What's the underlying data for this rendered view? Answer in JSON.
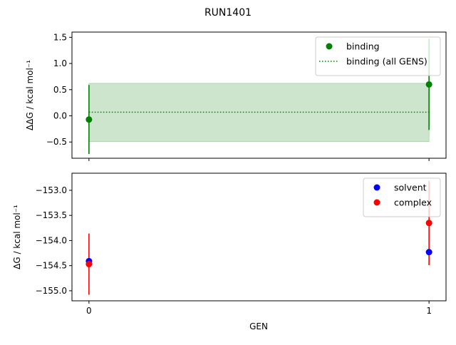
{
  "chart_data": {
    "title": "RUN1401",
    "xlabel": "GEN",
    "x_ticks": [
      0,
      1
    ],
    "panels": [
      {
        "type": "scatter",
        "ylabel": "ΔΔG / kcal mol⁻¹",
        "ylim": [
          -0.81,
          1.6
        ],
        "xlim": [
          -0.05,
          1.05
        ],
        "y_ticks": [
          -0.5,
          0.0,
          0.5,
          1.0,
          1.5
        ],
        "y_tick_labels": [
          "−0.5",
          "0.0",
          "0.5",
          "1.0",
          "1.5"
        ],
        "legend_position": "top-right",
        "series": [
          {
            "name": "binding",
            "kind": "errorbar",
            "color": "#008000",
            "x": [
              0,
              1
            ],
            "y": [
              -0.07,
              0.6
            ],
            "yerr": [
              0.66,
              0.87
            ]
          },
          {
            "name": "binding (all GENS)",
            "kind": "dotted-line-band",
            "color": "#008000",
            "band_color": "#cce5cc",
            "x": [
              0,
              1
            ],
            "y": 0.07,
            "band": [
              -0.49,
              0.62
            ]
          }
        ]
      },
      {
        "type": "scatter",
        "ylabel": "ΔG / kcal mol⁻¹",
        "ylim": [
          -155.2,
          -152.66
        ],
        "xlim": [
          -0.05,
          1.05
        ],
        "y_ticks": [
          -155.0,
          -154.5,
          -154.0,
          -153.5,
          -153.0
        ],
        "y_tick_labels": [
          "−155.0",
          "−154.5",
          "−154.0",
          "−153.5",
          "−153.0"
        ],
        "legend_position": "top-right",
        "series": [
          {
            "name": "solvent",
            "kind": "errorbar",
            "color": "#0000ff",
            "x": [
              0,
              1
            ],
            "y": [
              -154.41,
              -154.23
            ],
            "yerr": [
              0,
              0
            ]
          },
          {
            "name": "complex",
            "kind": "errorbar",
            "color": "#ff0000",
            "x": [
              0,
              1
            ],
            "y": [
              -154.47,
              -153.65
            ],
            "yerr": [
              0.61,
              0.84
            ]
          }
        ]
      }
    ]
  }
}
